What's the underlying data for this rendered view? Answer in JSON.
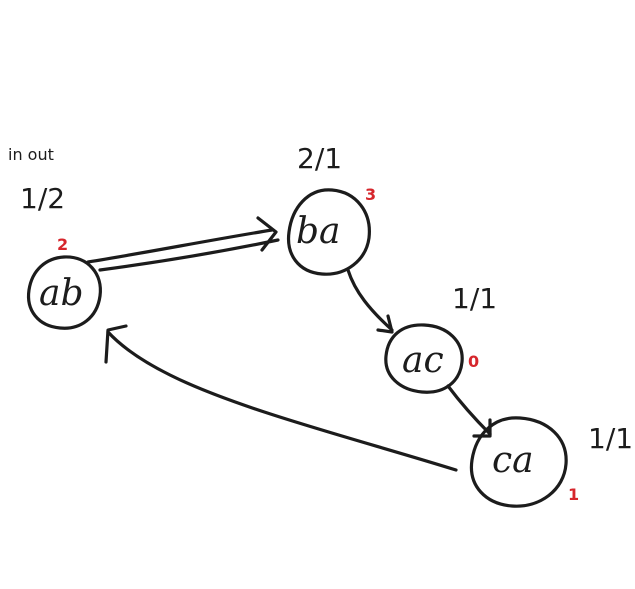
{
  "legend": {
    "header": "in  out",
    "value": "1/2"
  },
  "nodes": [
    {
      "id": "ab",
      "label": "ab",
      "order": "2",
      "degree": ""
    },
    {
      "id": "ba",
      "label": "ba",
      "order": "3",
      "degree": "2/1"
    },
    {
      "id": "ac",
      "label": "ac",
      "order": "0",
      "degree": "1/1"
    },
    {
      "id": "ca",
      "label": "ca",
      "order": "1",
      "degree": "1/1"
    }
  ],
  "edges": [
    {
      "from": "ab",
      "to": "ba"
    },
    {
      "from": "ba",
      "to": "ac"
    },
    {
      "from": "ac",
      "to": "ca"
    },
    {
      "from": "ca",
      "to": "ab"
    }
  ],
  "colors": {
    "ink": "#1c1c1c",
    "accent_red": "#d6262c",
    "background": "#ffffff"
  }
}
